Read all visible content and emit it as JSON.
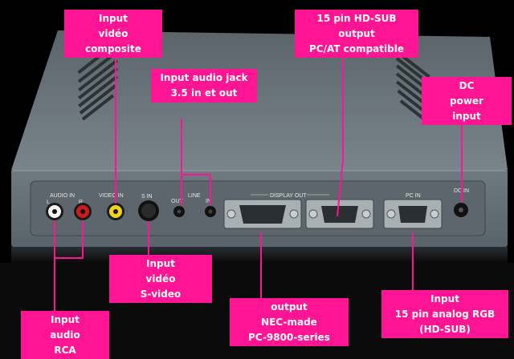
{
  "annotations": {
    "composite_video": "Input\nvidéo\ncomposite",
    "hd_sub_output": "15 pin HD-SUB\noutput\nPC/AT compatible",
    "audio_jack": "Input audio jack\n3.5 in et out",
    "dc_power": "DC\npower\ninput",
    "svideo": "Input\nvidéo\nS-video",
    "audio_rca": "Input\naudio\nRCA",
    "nec_output": "output\nNEC-made\nPC-9800-series",
    "analog_rgb": "Input\n15 pin analog RGB\n(HD-SUB)"
  },
  "panel": {
    "audio_in": "AUDIO IN",
    "audio_l": "L",
    "audio_r": "R",
    "video_in": "VIDEO IN",
    "s_in": "S IN",
    "line": "LINE",
    "line_out": "OUT",
    "line_in": "IN",
    "display_out": "DISPLAY OUT",
    "pc_in": "PC IN",
    "dc_in": "DC IN"
  },
  "colors": {
    "label_bg": "#ff1493",
    "device_body": "#6b767c",
    "background": "#000000"
  }
}
